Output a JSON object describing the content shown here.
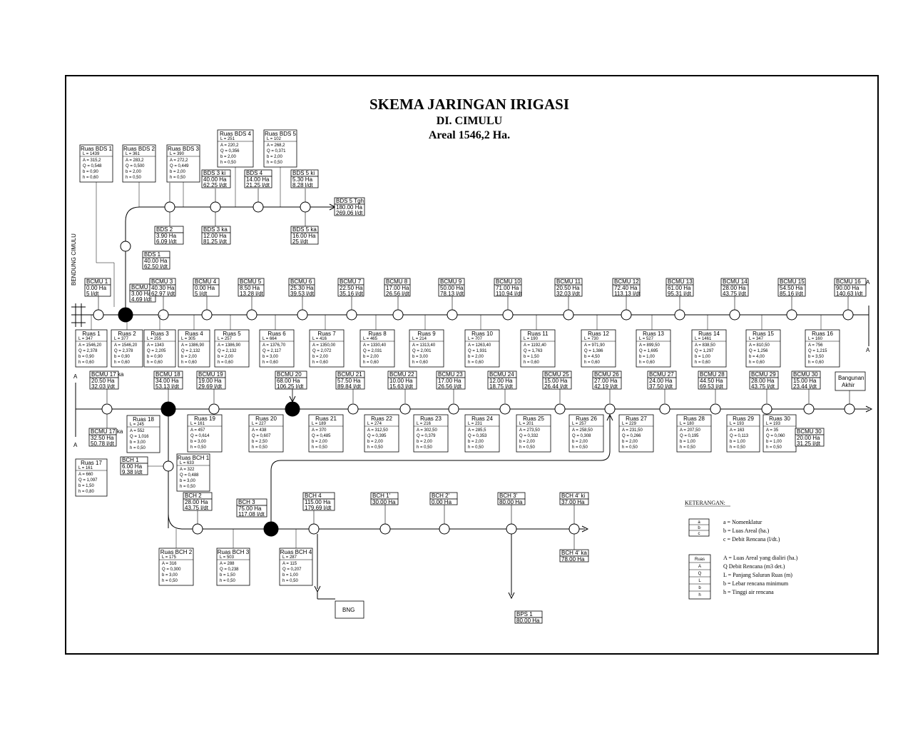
{
  "title": "SKEMA JARINGAN IRIGASI",
  "subtitle": "DI. CIMULU",
  "area": "Areal 1546,2 Ha.",
  "side_label": "BENDUNG CIMULU",
  "cut_marker": "A",
  "end_label": [
    "Bangunan",
    "Akhir"
  ],
  "bng_label": "BNG",
  "row1_nodes": [
    {
      "name": "BCMU 1",
      "area": "0.00 Ha",
      "flow": "5 l/dt"
    },
    {
      "name": "BCMU 2",
      "area": "3.00 Ha",
      "flow": "4.69 l/dt"
    },
    {
      "name": "BCMU 3",
      "area": "40.30 Ha",
      "flow": "62.97 l/dt"
    },
    {
      "name": "BCMU 4",
      "area": "0.00 Ha",
      "flow": "5 l/dt"
    },
    {
      "name": "BCMU 5",
      "area": "8.50 Ha",
      "flow": "13.28 l/dt"
    },
    {
      "name": "BCMU 6",
      "area": "25.30 Ha",
      "flow": "39.53 l/dt"
    },
    {
      "name": "BCMU 7",
      "area": "22.50 Ha",
      "flow": "35.16 l/dt"
    },
    {
      "name": "BCMU 8",
      "area": "17.00 Ha",
      "flow": "26.56 l/dt"
    },
    {
      "name": "BCMU 9",
      "area": "50.00 Ha",
      "flow": "78.13 l/dt"
    },
    {
      "name": "BCMU 10",
      "area": "71.00 Ha",
      "flow": "110.94 l/dt"
    },
    {
      "name": "BCMU 11",
      "area": "20.50 Ha",
      "flow": "32.03 l/dt"
    },
    {
      "name": "BCMU 12",
      "area": "72.40 Ha",
      "flow": "113.13 l/dt"
    },
    {
      "name": "BCMU 13",
      "area": "61.00 Ha",
      "flow": "95.31 l/dt"
    },
    {
      "name": "BCMU 14",
      "area": "28.00 Ha",
      "flow": "43.75 l/dt"
    },
    {
      "name": "BCMU 15",
      "area": "54.50 Ha",
      "flow": "85.16 l/dt"
    },
    {
      "name": "BCMU 16",
      "area": "90.00 Ha",
      "flow": "140.63 l/dt"
    }
  ],
  "row1_ruas": [
    {
      "name": "Ruas 1",
      "len": "L = 347",
      "A": "A = 1546,20",
      "Q": "Q = 2,378",
      "b": "b = 0,90",
      "h": "h = 0,60"
    },
    {
      "name": "Ruas 2",
      "len": "L = 377",
      "A": "A = 1546,20",
      "Q": "Q = 2,378",
      "b": "b = 0,90",
      "h": "h = 0,60"
    },
    {
      "name": "Ruas 3",
      "len": "L = 255",
      "A": "A = 1343",
      "Q": "Q = 2,205",
      "b": "b = 0,90",
      "h": "h = 0,60"
    },
    {
      "name": "Ruas 4",
      "len": "L = 305",
      "A": "A = 1386,90",
      "Q": "Q = 2,132",
      "b": "b = 2,00",
      "h": "h = 0,60"
    },
    {
      "name": "Ruas 5",
      "len": "L = 257",
      "A": "A = 1386,90",
      "Q": "Q = 2,132",
      "b": "b = 2,00",
      "h": "h = 0,60"
    },
    {
      "name": "Ruas 6",
      "len": "L = 664",
      "A": "A = 1376,70",
      "Q": "Q = 2,117",
      "b": "b = 3,00",
      "h": "h = 0,60"
    },
    {
      "name": "Ruas 7",
      "len": "L = 416",
      "A": "A = 1350,00",
      "Q": "Q = 2,072",
      "b": "b = 2,00",
      "h": "h = 0,60"
    },
    {
      "name": "Ruas 8",
      "len": "L = 465",
      "A": "A = 1330,40",
      "Q": "Q = 2,031",
      "b": "b = 2,00",
      "h": "h = 0,60"
    },
    {
      "name": "Ruas 9",
      "len": "L = 214",
      "A": "A = 1313,40",
      "Q": "Q = 2,001",
      "b": "b = 3,00",
      "h": "h = 0,60"
    },
    {
      "name": "Ruas 10",
      "len": "L = 707",
      "A": "A = 1263,40",
      "Q": "Q = 1,931",
      "b": "b = 2,00",
      "h": "h = 0,60"
    },
    {
      "name": "Ruas 11",
      "len": "L = 190",
      "A": "A = 1192,40",
      "Q": "Q = 1,763",
      "b": "b = 1,50",
      "h": "h = 0,60"
    },
    {
      "name": "Ruas 12",
      "len": "L = 730",
      "A": "A = 971,90",
      "Q": "Q = 1,386",
      "b": "b = 4,50",
      "h": "h = 0,60"
    },
    {
      "name": "Ruas 13",
      "len": "L = 527",
      "A": "A = 899,50",
      "Q": "Q = 1,695",
      "b": "b = 1,00",
      "h": "h = 0,60"
    },
    {
      "name": "Ruas 14",
      "len": "L = 1461",
      "A": "A = 838,50",
      "Q": "Q = 1,297",
      "b": "b = 1,00",
      "h": "h = 0,60"
    },
    {
      "name": "Ruas 15",
      "len": "L = 347",
      "A": "A = 810,50",
      "Q": "Q = 1,256",
      "b": "b = 4,00",
      "h": "h = 0,60"
    },
    {
      "name": "Ruas 16",
      "len": "L = 160",
      "A": "A = 756",
      "Q": "Q = 1,215",
      "b": "b = 3,50",
      "h": "h = 0,60"
    }
  ],
  "row2_nodes": [
    {
      "name": "BCMU 17 ka",
      "area": "20.50 Ha",
      "flow": "32.03 l/dt"
    },
    {
      "name": "BCMU 18",
      "area": "34.00 Ha",
      "flow": "53.13 l/dt"
    },
    {
      "name": "BCMU 19",
      "area": "19.00 Ha",
      "flow": "29.69 l/dt"
    },
    {
      "name": "BCMU 20",
      "area": "68.00 Ha",
      "flow": "106.25 l/dt"
    },
    {
      "name": "BCMU 21",
      "area": "57.50 Ha",
      "flow": "89.84 l/dt"
    },
    {
      "name": "BCMU 22",
      "area": "10.00 Ha",
      "flow": "15.63 l/dt"
    },
    {
      "name": "BCMU 23",
      "area": "17.00 Ha",
      "flow": "26.56 l/dt"
    },
    {
      "name": "BCMU 24",
      "area": "12.00 Ha",
      "flow": "18.75 l/dt"
    },
    {
      "name": "BCMU 25",
      "area": "15.00 Ha",
      "flow": "26.44 l/dt"
    },
    {
      "name": "BCMU 26",
      "area": "27.00 Ha",
      "flow": "42.19 l/dt"
    },
    {
      "name": "BCMU 27",
      "area": "24.00 Ha",
      "flow": "37.50 l/dt"
    },
    {
      "name": "BCMU 28",
      "area": "44.50 Ha",
      "flow": "69.53 l/dt"
    },
    {
      "name": "BCMU 29",
      "area": "28.00 Ha",
      "flow": "43.75 l/dt"
    },
    {
      "name": "BCMU 30",
      "area": "15.00 Ha",
      "flow": "23.44 l/dt"
    }
  ],
  "row2_ruas": [
    {
      "name": "Ruas 19",
      "len": "L = 161",
      "A": "A = 457",
      "Q": "Q = 0,614",
      "b": "b = 3,00",
      "h": "h = 0,50"
    },
    {
      "name": "Ruas 20",
      "len": "L = 227",
      "A": "A = 438",
      "Q": "Q = 0,607",
      "b": "b = 2,50",
      "h": "h = 0,50"
    },
    {
      "name": "Ruas 21",
      "len": "L = 189",
      "A": "A = 370",
      "Q": "Q = 0,485",
      "b": "b = 2,00",
      "h": "h = 0,50"
    },
    {
      "name": "Ruas 22",
      "len": "L = 274",
      "A": "A = 312,50",
      "Q": "Q = 0,395",
      "b": "b = 2,00",
      "h": "h = 0,50"
    },
    {
      "name": "Ruas 23",
      "len": "L = 216",
      "A": "A = 302,50",
      "Q": "Q = 0,379",
      "b": "b = 2,00",
      "h": "h = 0,50"
    },
    {
      "name": "Ruas 24",
      "len": "L = 231",
      "A": "A = 285,5",
      "Q": "Q = 0,353",
      "b": "b = 2,00",
      "h": "h = 0,50"
    },
    {
      "name": "Ruas 25",
      "len": "L = 201",
      "A": "A = 273,50",
      "Q": "Q = 0,332",
      "b": "b = 2,00",
      "h": "h = 0,50"
    },
    {
      "name": "Ruas 26",
      "len": "L = 257",
      "A": "A = 258,50",
      "Q": "Q = 0,308",
      "b": "b = 2,00",
      "h": "h = 0,50"
    },
    {
      "name": "Ruas 27",
      "len": "L = 229",
      "A": "A = 231,50",
      "Q": "Q = 0,266",
      "b": "b = 2,00",
      "h": "h = 0,50"
    },
    {
      "name": "Ruas 28",
      "len": "L = 180",
      "A": "A = 207,50",
      "Q": "Q = 0,195",
      "b": "b = 1,00",
      "h": "h = 0,50"
    },
    {
      "name": "Ruas 29",
      "len": "L = 193",
      "A": "A = 163",
      "Q": "Q = 0,113",
      "b": "b = 1,00",
      "h": "h = 0,50"
    },
    {
      "name": "Ruas 30",
      "len": "L = 193",
      "A": "A = 35",
      "Q": "Q = 0,060",
      "b": "b = 1,00",
      "h": "h = 0,50"
    }
  ],
  "bds_nodes": [
    {
      "name": "BDS 1",
      "area": "40.00 Ha",
      "flow": "62.50 l/dt"
    },
    {
      "name": "BDS 2",
      "area": "3.90 Ha",
      "flow": "6.09 l/dt"
    },
    {
      "name": "BDS 3 ki",
      "area": "40.00 Ha",
      "flow": "62.25 l/dt"
    },
    {
      "name": "BDS 3 ka",
      "area": "12.00 Ha",
      "flow": "81.25 l/dt"
    },
    {
      "name": "BDS 4",
      "area": "14.00 Ha",
      "flow": "21.25 l/dt"
    },
    {
      "name": "BDS 5 ki",
      "area": "5.30 Ha",
      "flow": "8.28 l/dt"
    },
    {
      "name": "BDS 5 ka",
      "area": "16.00 Ha",
      "flow": "25 l/dt"
    },
    {
      "name": "BDS 5 Tgh",
      "area": "180.00 Ha",
      "flow": "269.06 l/dt"
    }
  ],
  "bds_ruas": [
    {
      "name": "Ruas BDS 1",
      "len": "L = 1439",
      "A": "A = 315,2",
      "Q": "Q = 0,548",
      "b": "b = 0,90",
      "h": "h = 0,60"
    },
    {
      "name": "Ruas BDS 2",
      "len": "L = 361",
      "A": "A = 283,2",
      "Q": "Q = 0,500",
      "b": "b = 2,00",
      "h": "h = 0,50"
    },
    {
      "name": "Ruas BDS 3",
      "len": "L = 390",
      "A": "A = 272,2",
      "Q": "Q = 0,449",
      "b": "b = 2,00",
      "h": "h = 0,50"
    },
    {
      "name": "Ruas BDS 4",
      "len": "L = 251",
      "A": "A = 220,2",
      "Q": "Q = 0,356",
      "b": "b = 2,00",
      "h": "h = 0,50"
    },
    {
      "name": "Ruas BDS 5",
      "len": "L = 102",
      "A": "A = 268,2",
      "Q": "Q = 0,371",
      "b": "b = 2,00",
      "h": "h = 0,50"
    }
  ],
  "lower_misc": {
    "bcmu17ki": {
      "name": "BCMU 17 ka",
      "area": "32.50 Ha",
      "flow": "50.78 l/dt"
    },
    "bcmu30b": {
      "name": "BCMU 30",
      "area": "20.00 Ha",
      "flow": "31.25 l/dt"
    },
    "ruas17": {
      "name": "Ruas 17",
      "len": "L = 161",
      "A": "A = 660",
      "Q": "Q = 1,097",
      "b": "b = 1,50",
      "h": "h = 0,80"
    },
    "ruas18": {
      "name": "Ruas 18",
      "len": "L = 245",
      "A": "A = 552",
      "Q": "Q = 1,016",
      "b": "b = 3,00",
      "h": "h = 0,50"
    },
    "ruasbch1": {
      "name": "Ruas BCH 1",
      "len": "L = 633",
      "A": "A = 322",
      "Q": "Q = 0,488",
      "b": "b = 3,00",
      "h": "h = 0,50"
    },
    "bch1": {
      "name": "BCH 1",
      "area": "6.00 Ha",
      "flow": "9.38 l/dt"
    },
    "bch2": {
      "name": "BCH 2",
      "area": "28.00 Ha",
      "flow": "43.75 l/dt"
    },
    "bch3": {
      "name": "BCH 3",
      "area": "75.00 Ha",
      "flow": "117.08 l/dt"
    },
    "bch4": {
      "name": "BCH 4",
      "area": "115.00 Ha",
      "flow": "179.69 l/dt"
    },
    "bch1p": {
      "name": "BCH 1'",
      "area": "30.00 Ha"
    },
    "bch2p": {
      "name": "BCH 2'",
      "area": "0.00 Ha"
    },
    "bch3p": {
      "name": "BCH 3'",
      "area": "80.00 Ha"
    },
    "bch4ki": {
      "name": "BCH 4' ki",
      "area": "37.00 Ha"
    },
    "bch4ka": {
      "name": "BCH 4' ka",
      "area": "78.00 Ha"
    },
    "bps1": {
      "name": "BPS 1",
      "area": "80.00 Ha"
    },
    "rbch2": {
      "name": "Ruas BCH 2",
      "len": "L = 175",
      "A": "A = 316",
      "Q": "Q = 0,300",
      "b": "b = 3,00",
      "h": "h = 0,50"
    },
    "rbch3": {
      "name": "Ruas BCH 3",
      "len": "L = 503",
      "A": "A = 288",
      "Q": "Q = 0,238",
      "b": "b = 1,50",
      "h": "h = 0,50"
    },
    "rbch4": {
      "name": "Ruas BCH 4",
      "len": "L = 287",
      "A": "A = 115",
      "Q": "Q = 0,207",
      "b": "b = 1,00",
      "h": "h = 0,50"
    }
  },
  "legend": {
    "title": "KETERANGAN:",
    "box1": [
      "a",
      "b",
      "c"
    ],
    "items1": [
      "a  =  Nomenklatur",
      "b  =  Luas Areal (ha.)",
      "c  =  Debit Rencana (l/dt.)"
    ],
    "box2": [
      "Ruas",
      "A",
      "Q",
      "L",
      "b",
      "h"
    ],
    "items2": [
      "A   =  Luas Areal yang dialiri (ha.)",
      "Q        Debit Rencana (m3 det.)",
      "L   =  Panjang Saluran Ruas (m)",
      "b   =  Lebar rencana minimum",
      "h   =  Tinggi air rencana"
    ]
  }
}
